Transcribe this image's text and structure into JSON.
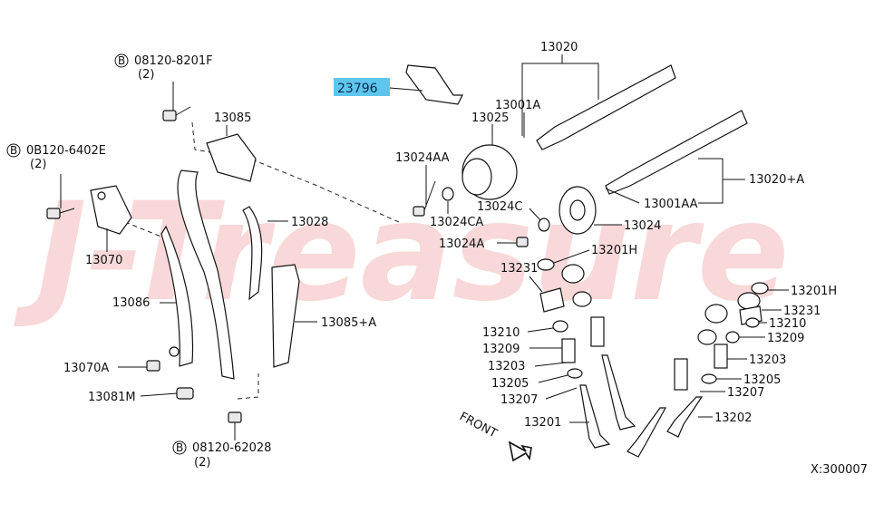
{
  "watermark": "J-Treasure",
  "highlight_color": "#5ec6ee",
  "labels": {
    "bolt_top": "08120-8201F",
    "bolt_top_qty": "(2)",
    "bolt_left": "0B120-6402E",
    "bolt_left_qty": "(2)",
    "bolt_bottom": "08120-62028",
    "bolt_bottom_qty": "(2)",
    "circled_b": "B",
    "p13085": "13085",
    "p13070": "13070",
    "p13086": "13086",
    "p13070a": "13070A",
    "p13081m": "13081M",
    "p13028": "13028",
    "p13085a": "13085+A",
    "p23796": "23796",
    "p13025": "13025",
    "p13024aa": "13024AA",
    "p13024ca": "13024CA",
    "p13024c": "13024C",
    "p13024": "13024",
    "p13024a": "13024A",
    "p13020": "13020",
    "p13001a": "13001A",
    "p13020a": "13020+A",
    "p13001aa": "13001AA",
    "p13201h_l": "13201H",
    "p13231_l": "13231",
    "p13210_l": "13210",
    "p13209_l": "13209",
    "p13203_l": "13203",
    "p13205_l": "13205",
    "p13207_l": "13207",
    "p13201_l": "13201",
    "p13201h_r": "13201H",
    "p13231_r": "13231",
    "p13210_r": "13210",
    "p13209_r": "13209",
    "p13203_r": "13203",
    "p13205_r": "13205",
    "p13207_r": "13207",
    "p13202_r": "13202",
    "front": "FRONT",
    "diagram_code": "X:300007"
  }
}
